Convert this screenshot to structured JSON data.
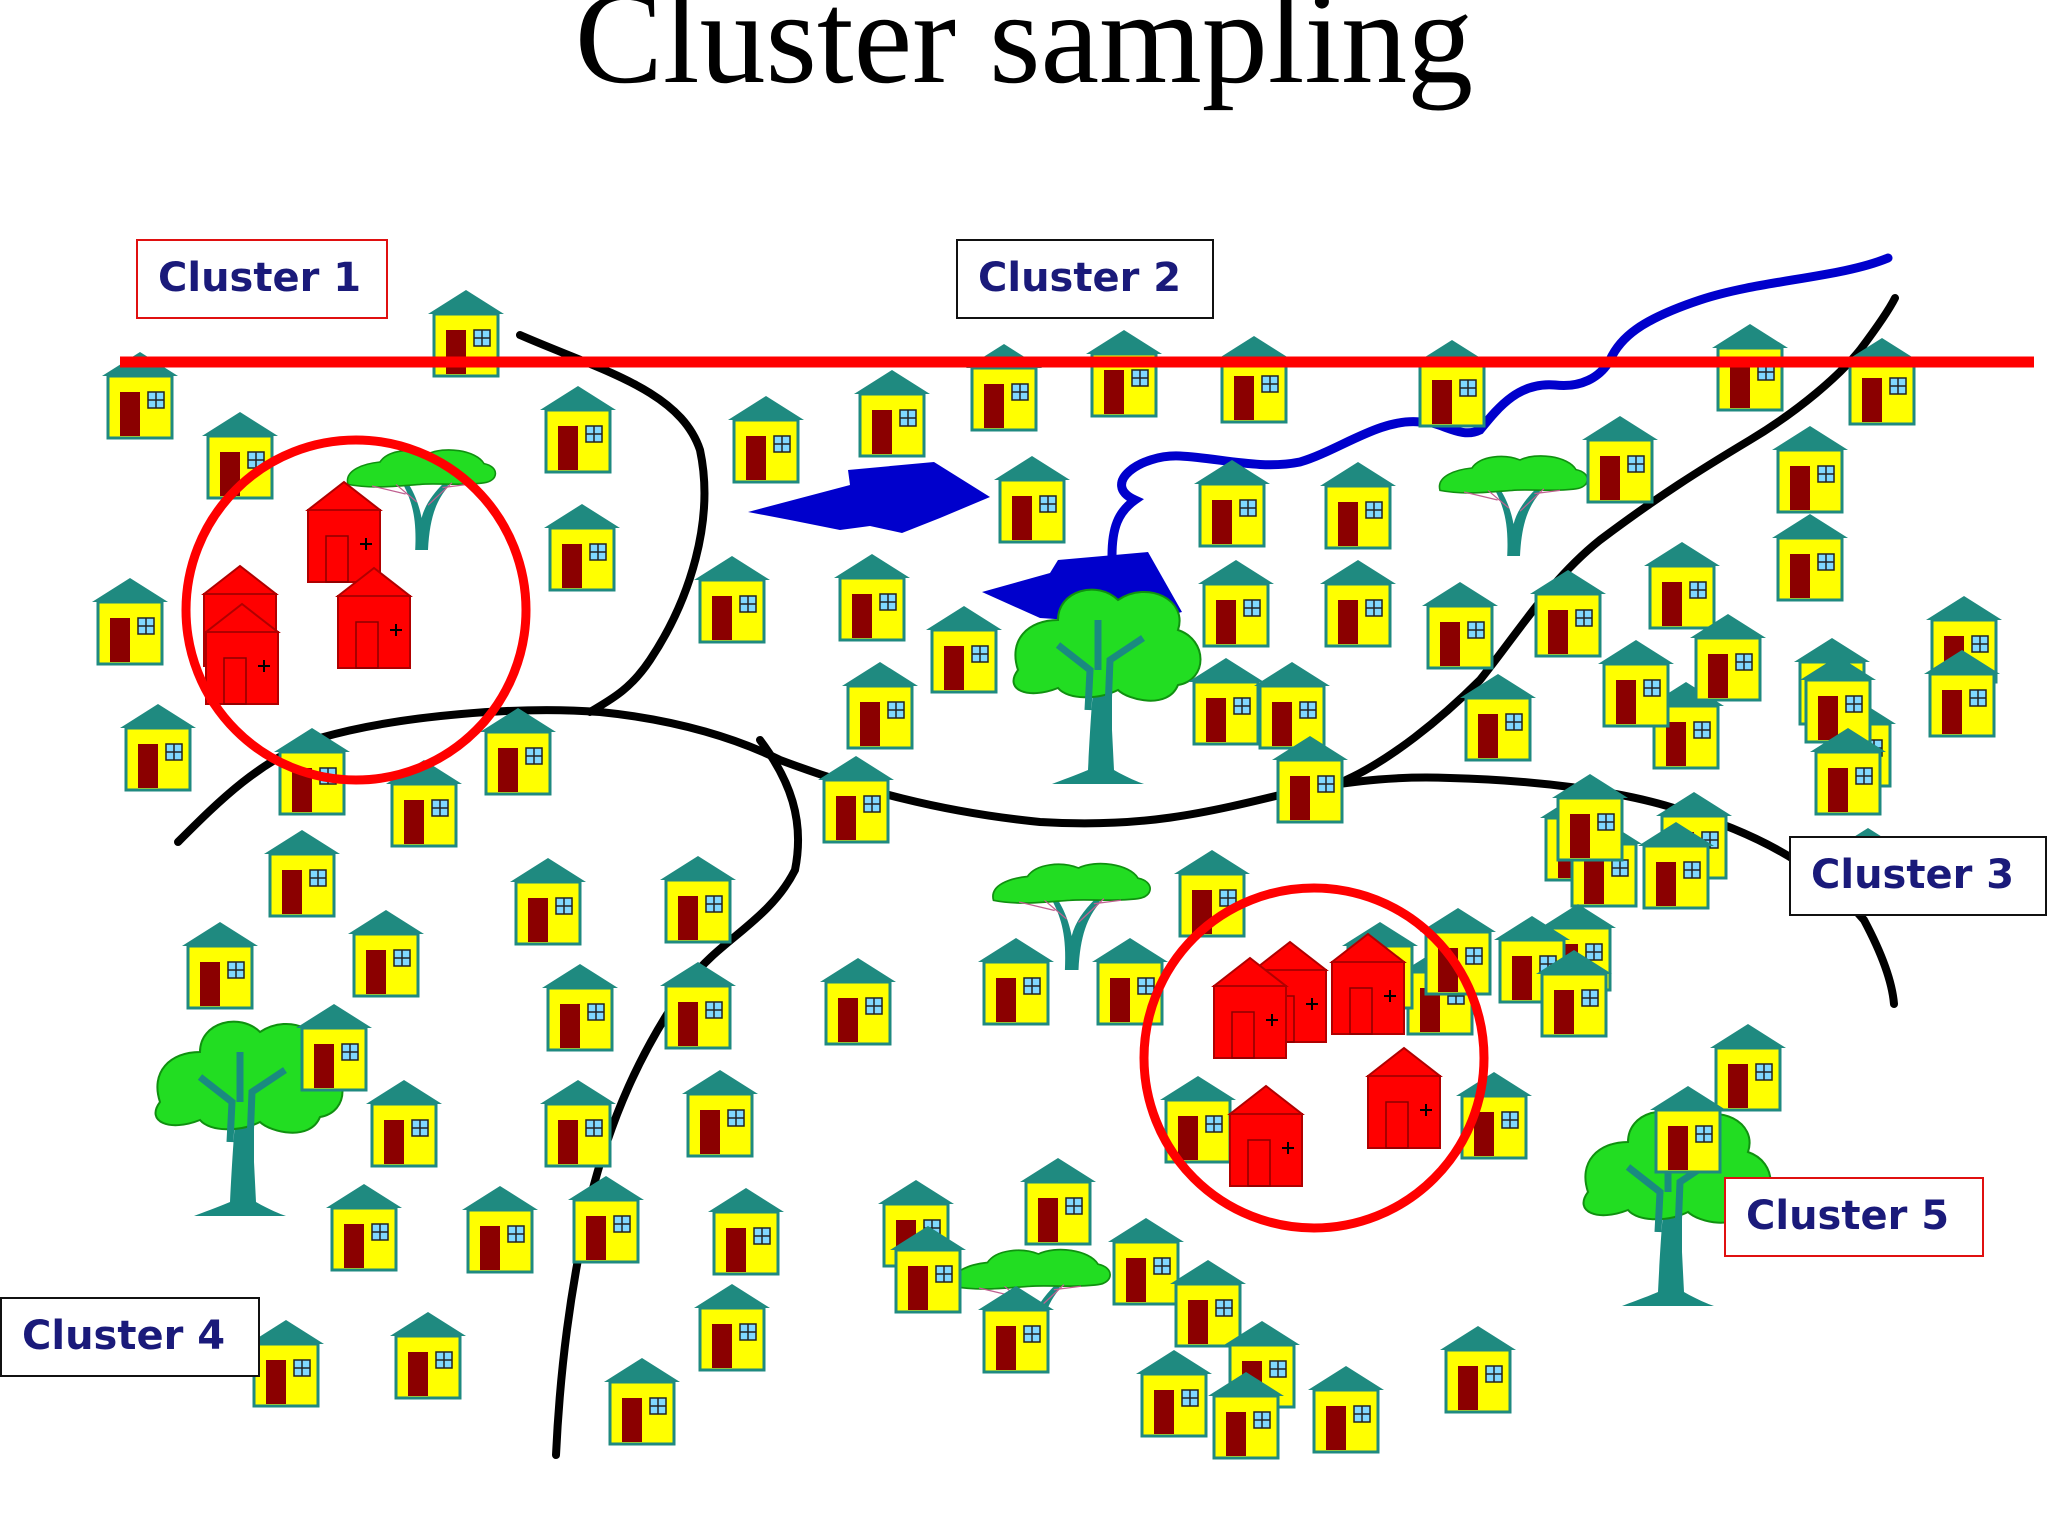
{
  "title": "Cluster sampling",
  "labels": {
    "cluster1": "Cluster 1",
    "cluster2": "Cluster 2",
    "cluster3": "Cluster 3",
    "cluster4": "Cluster 4",
    "cluster5": "Cluster 5"
  },
  "colors": {
    "house_wall": "#ffff00",
    "house_roof": "#1f8a80",
    "house_door": "#8b0000",
    "window": "#80d8ff",
    "selected_house": "#ff0000",
    "sample_circle": "#ff0000",
    "boundary_line": "#000000",
    "cut_line": "#ff0000",
    "river": "#0000cc",
    "tree_leaves": "#22dd22",
    "tree_trunk": "#1a8a80",
    "label_text": "#1a1a7a",
    "label_border_red": "#e01010",
    "label_border_dark": "#111111"
  }
}
